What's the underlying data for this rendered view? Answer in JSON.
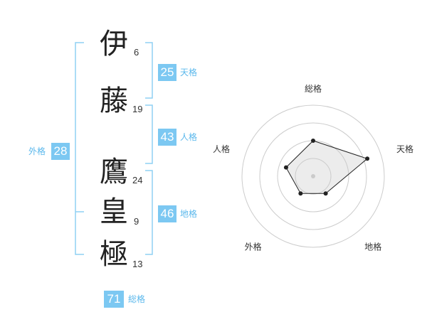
{
  "name": {
    "chars": [
      {
        "char": "伊",
        "strokes": "6"
      },
      {
        "char": "藤",
        "strokes": "19"
      },
      {
        "char": "鷹",
        "strokes": "24"
      },
      {
        "char": "皇",
        "strokes": "9"
      },
      {
        "char": "極",
        "strokes": "13"
      }
    ]
  },
  "fortune": {
    "tenkaku": {
      "value": "25",
      "label": "天格"
    },
    "jinkaku": {
      "value": "43",
      "label": "人格"
    },
    "chikaku": {
      "value": "46",
      "label": "地格"
    },
    "gaikaku": {
      "value": "28",
      "label": "外格"
    },
    "soukaku": {
      "value": "71",
      "label": "総格"
    }
  },
  "colors": {
    "accent": "#7cc8f2",
    "accent_text": "#5bb8ec",
    "bracket": "#8fd0f4"
  },
  "chart_data": {
    "type": "radar",
    "axes": [
      "総格",
      "天格",
      "地格",
      "外格",
      "人格"
    ],
    "values": [
      2.5,
      4,
      1.5,
      1.5,
      2
    ],
    "range": [
      0,
      5
    ],
    "rings": 4
  }
}
